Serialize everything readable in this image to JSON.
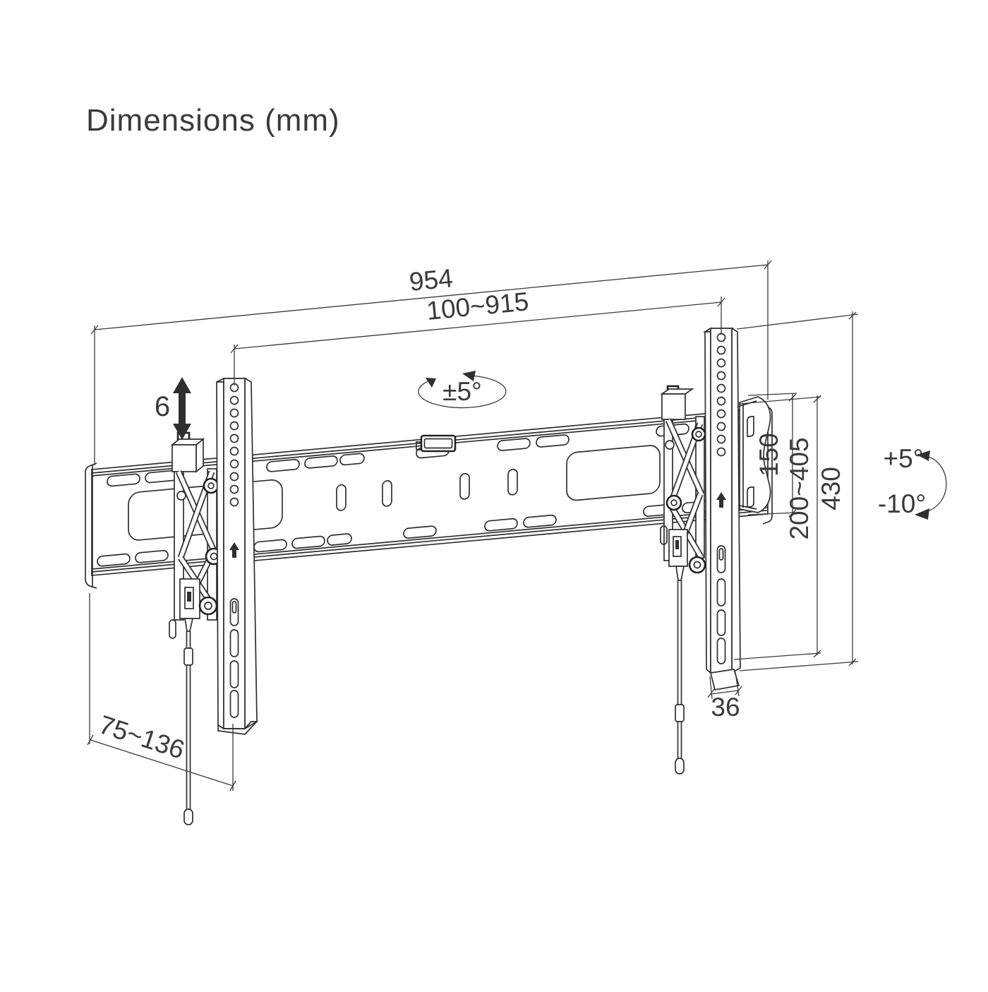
{
  "title": "Dimensions (mm)",
  "dimensions": {
    "overall_width": "954",
    "mount_width_range": "100~915",
    "swivel_angle": "±5°",
    "level_adjust": "6",
    "bracket_plate_height": "150",
    "vesa_height_range": "200~405",
    "overall_height": "430",
    "tilt_up": "+5°",
    "tilt_down": "-10°",
    "profile_depth": "36",
    "wall_distance_range": "75~136"
  },
  "colors": {
    "line": "#3a3a3a",
    "background": "#ffffff"
  }
}
